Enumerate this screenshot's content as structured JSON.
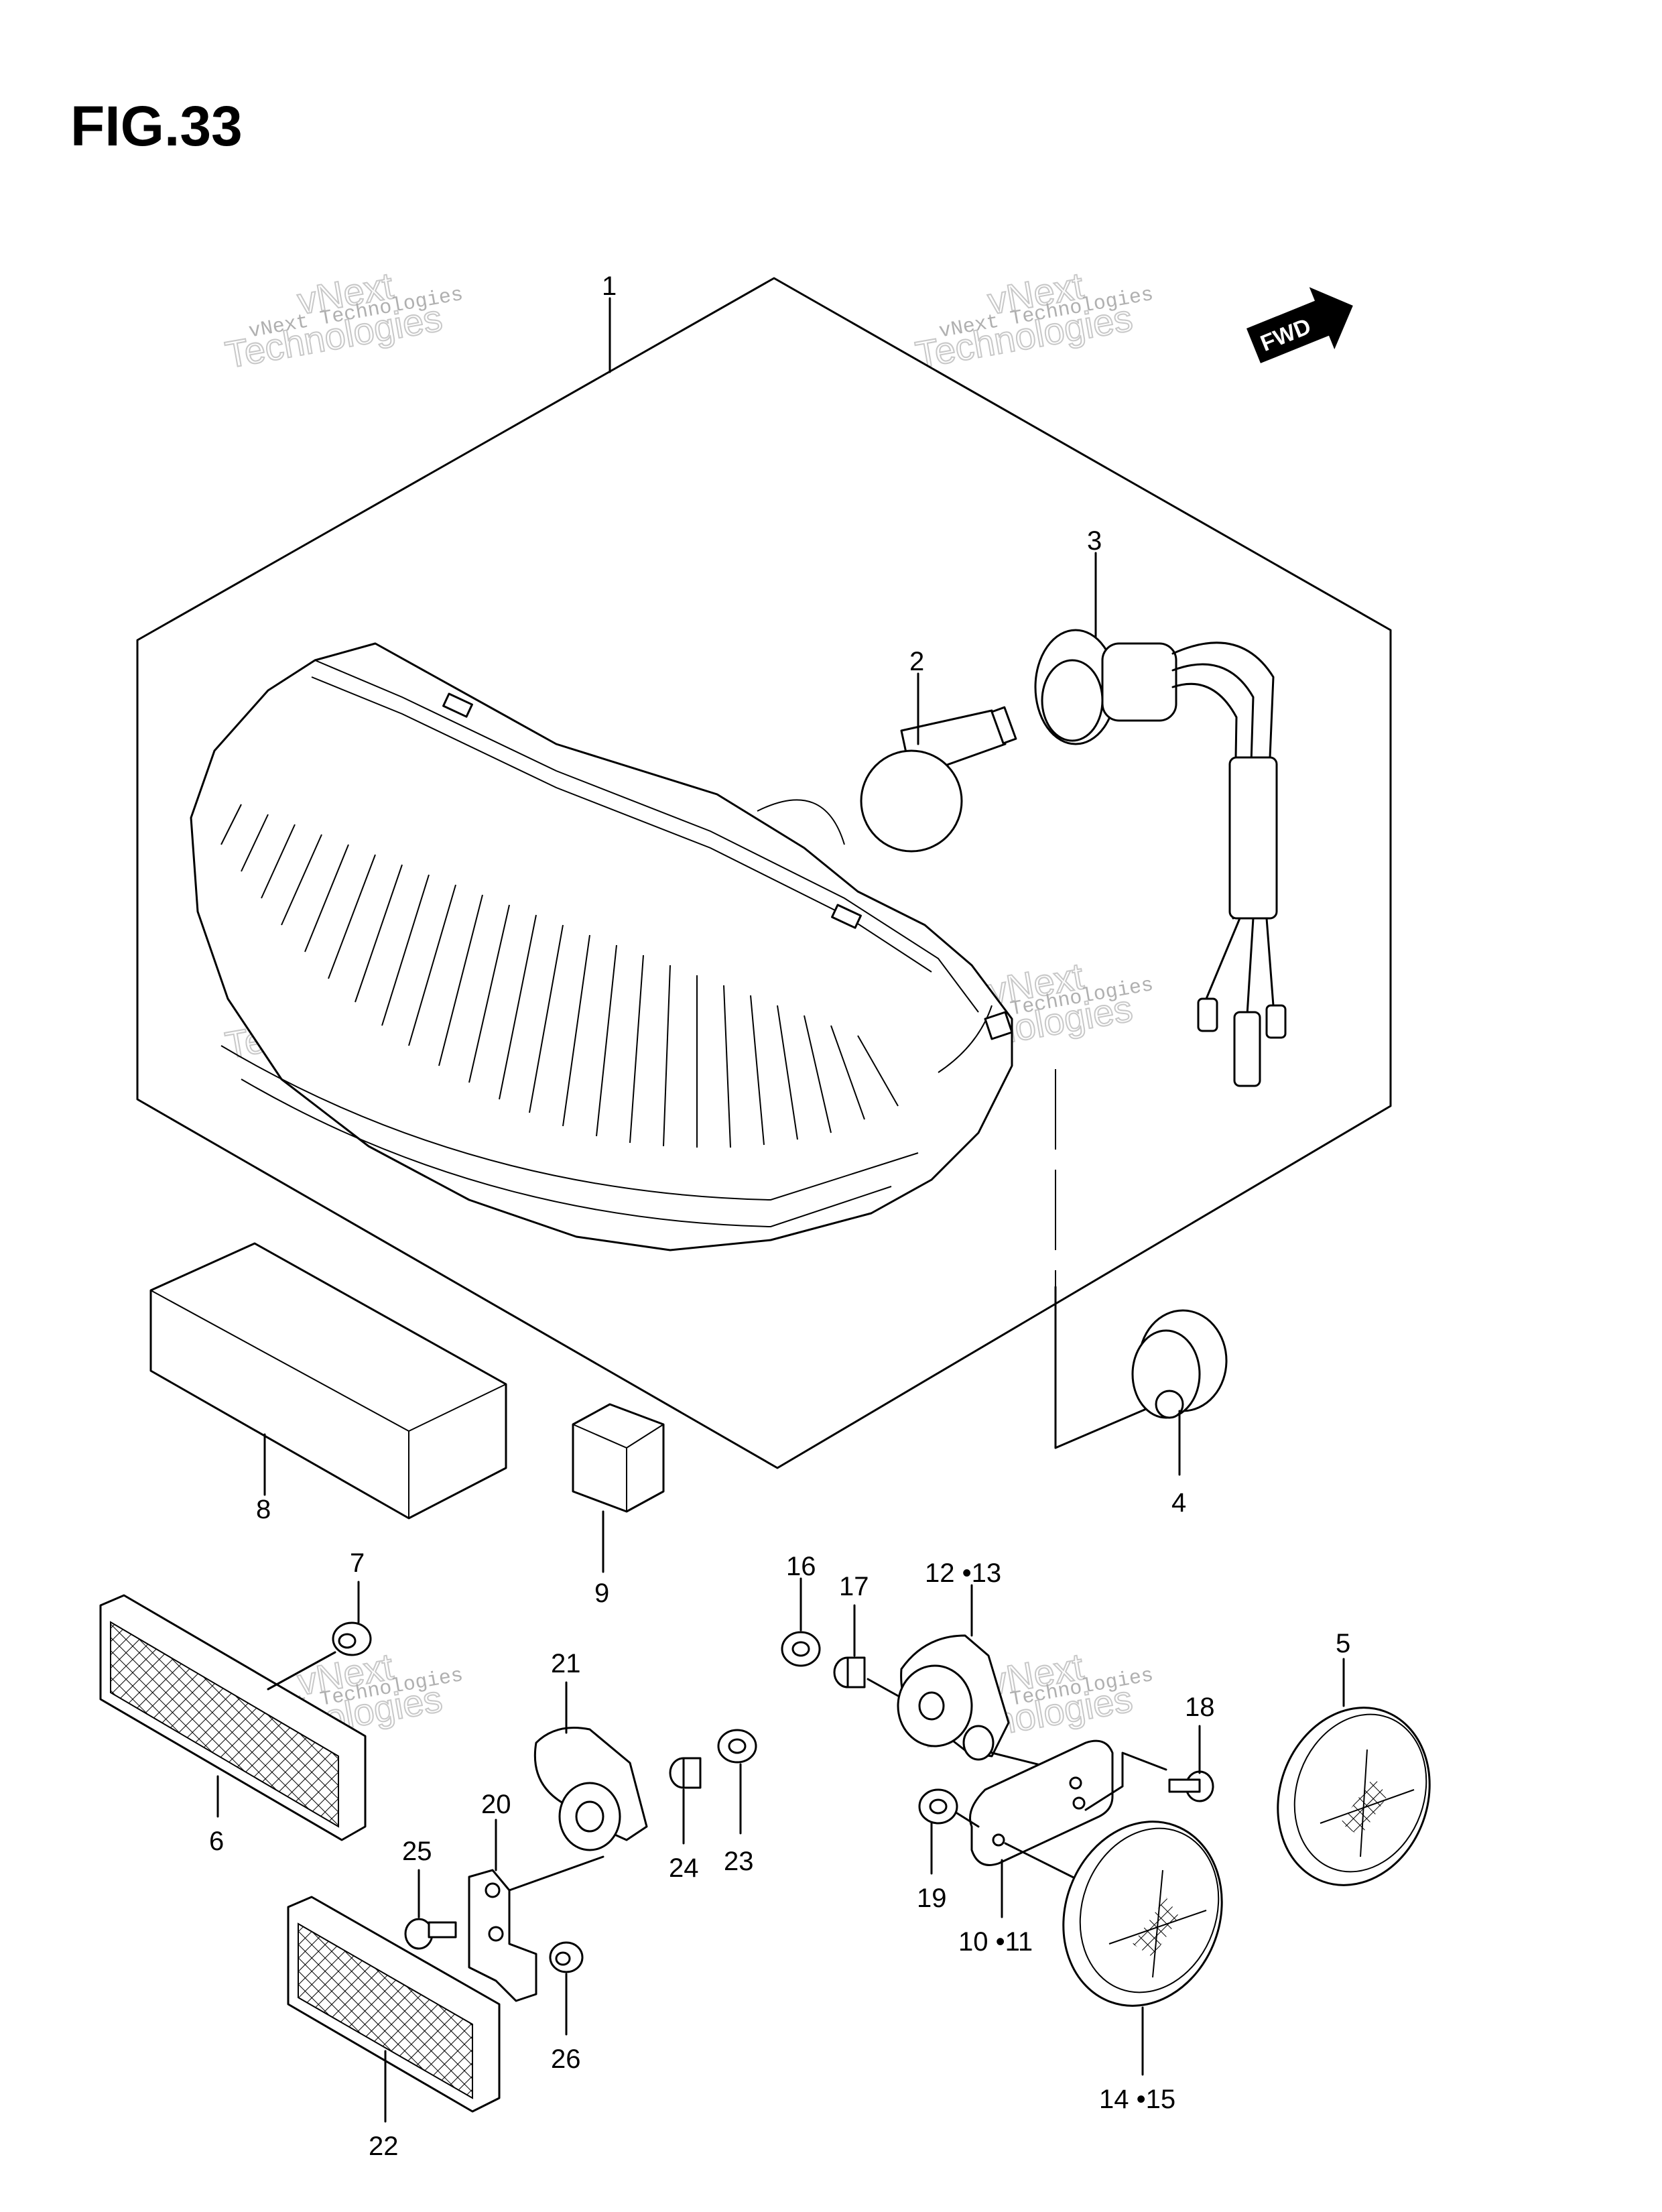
{
  "figure": {
    "title": "FIG.33"
  },
  "fwd_label": "FWD",
  "watermark": {
    "line1": "vNext Technologies",
    "line2": "vNext",
    "line3": "Technologies"
  },
  "callouts": [
    {
      "id": "1",
      "text": "1"
    },
    {
      "id": "2",
      "text": "2"
    },
    {
      "id": "3",
      "text": "3"
    },
    {
      "id": "4",
      "text": "4"
    },
    {
      "id": "5",
      "text": "5"
    },
    {
      "id": "6",
      "text": "6"
    },
    {
      "id": "7",
      "text": "7"
    },
    {
      "id": "8",
      "text": "8"
    },
    {
      "id": "9",
      "text": "9"
    },
    {
      "id": "10-11",
      "text": "10 •11"
    },
    {
      "id": "12-13",
      "text": "12 •13"
    },
    {
      "id": "14-15",
      "text": "14 •15"
    },
    {
      "id": "16",
      "text": "16"
    },
    {
      "id": "17",
      "text": "17"
    },
    {
      "id": "18",
      "text": "18"
    },
    {
      "id": "19",
      "text": "19"
    },
    {
      "id": "20",
      "text": "20"
    },
    {
      "id": "21",
      "text": "21"
    },
    {
      "id": "22",
      "text": "22"
    },
    {
      "id": "23",
      "text": "23"
    },
    {
      "id": "24",
      "text": "24"
    },
    {
      "id": "25",
      "text": "25"
    },
    {
      "id": "26",
      "text": "26"
    }
  ]
}
